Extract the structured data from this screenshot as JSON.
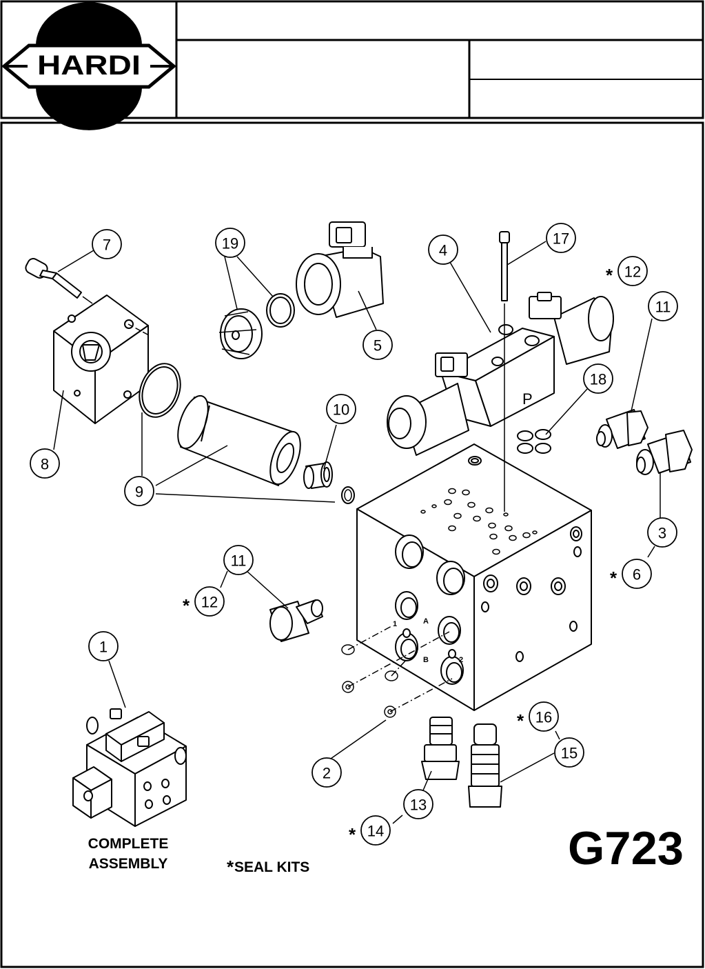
{
  "logo": {
    "text": "HARDI"
  },
  "title_block": {
    "row1": "",
    "row2_left": "",
    "row2_right_top": "",
    "row2_right_bottom": ""
  },
  "drawing_number": "G723",
  "complete_assembly_label": [
    "COMPLETE",
    "ASSEMBLY"
  ],
  "seal_kits_label": "SEAL KITS",
  "seal_kit_marker": "*",
  "port_marks": [
    "1",
    "A",
    "B",
    "2",
    "P"
  ],
  "callouts": [
    {
      "id": "c7",
      "label": "7",
      "seal": false
    },
    {
      "id": "c19",
      "label": "19",
      "seal": false
    },
    {
      "id": "c17",
      "label": "17",
      "seal": false
    },
    {
      "id": "c4",
      "label": "4",
      "seal": false
    },
    {
      "id": "c12a",
      "label": "12",
      "seal": true
    },
    {
      "id": "c11a",
      "label": "11",
      "seal": false
    },
    {
      "id": "c5",
      "label": "5",
      "seal": false
    },
    {
      "id": "c18",
      "label": "18",
      "seal": false
    },
    {
      "id": "c10",
      "label": "10",
      "seal": false
    },
    {
      "id": "c8",
      "label": "8",
      "seal": false
    },
    {
      "id": "c9",
      "label": "9",
      "seal": false
    },
    {
      "id": "c3",
      "label": "3",
      "seal": false
    },
    {
      "id": "c6",
      "label": "6",
      "seal": true
    },
    {
      "id": "c11b",
      "label": "11",
      "seal": false
    },
    {
      "id": "c12b",
      "label": "12",
      "seal": true
    },
    {
      "id": "c1",
      "label": "1",
      "seal": false
    },
    {
      "id": "c16",
      "label": "16",
      "seal": true
    },
    {
      "id": "c15",
      "label": "15",
      "seal": false
    },
    {
      "id": "c2",
      "label": "2",
      "seal": false
    },
    {
      "id": "c13",
      "label": "13",
      "seal": false
    },
    {
      "id": "c14",
      "label": "14",
      "seal": true
    }
  ]
}
